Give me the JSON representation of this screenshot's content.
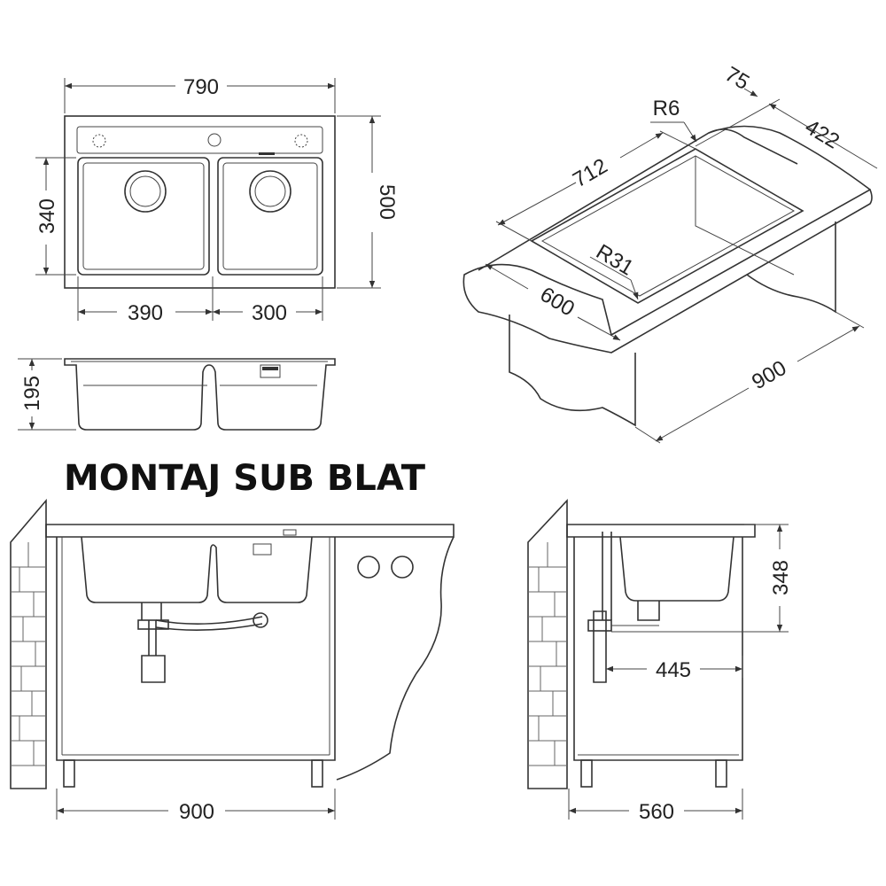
{
  "title": "MONTAJ SUB BLAT",
  "top_view": {
    "width": "790",
    "depth": "500",
    "bowl_depth": "340",
    "left_bowl": "390",
    "right_bowl": "300"
  },
  "side_view": {
    "height": "195"
  },
  "iso_view": {
    "d75": "75",
    "r6": "R6",
    "d422": "422",
    "d712": "712",
    "r31": "R31",
    "d600": "600",
    "d900": "900"
  },
  "front_install": {
    "cabinet_width": "900"
  },
  "side_install": {
    "depth": "348",
    "drain_offset": "445",
    "cabinet_depth": "560"
  }
}
